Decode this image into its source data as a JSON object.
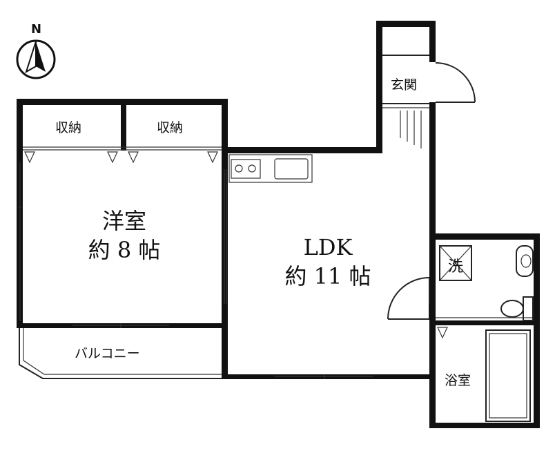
{
  "compass": {
    "north": "N"
  },
  "rooms": {
    "storage_left": "収納",
    "storage_right": "収納",
    "western_room": {
      "name": "洋室",
      "size": "約 8 帖"
    },
    "ldk": {
      "name": "LDK",
      "size": "約 11 帖"
    },
    "entrance": "玄関",
    "washer": "洗",
    "balcony": "バルコニー",
    "bathroom": "浴室"
  }
}
